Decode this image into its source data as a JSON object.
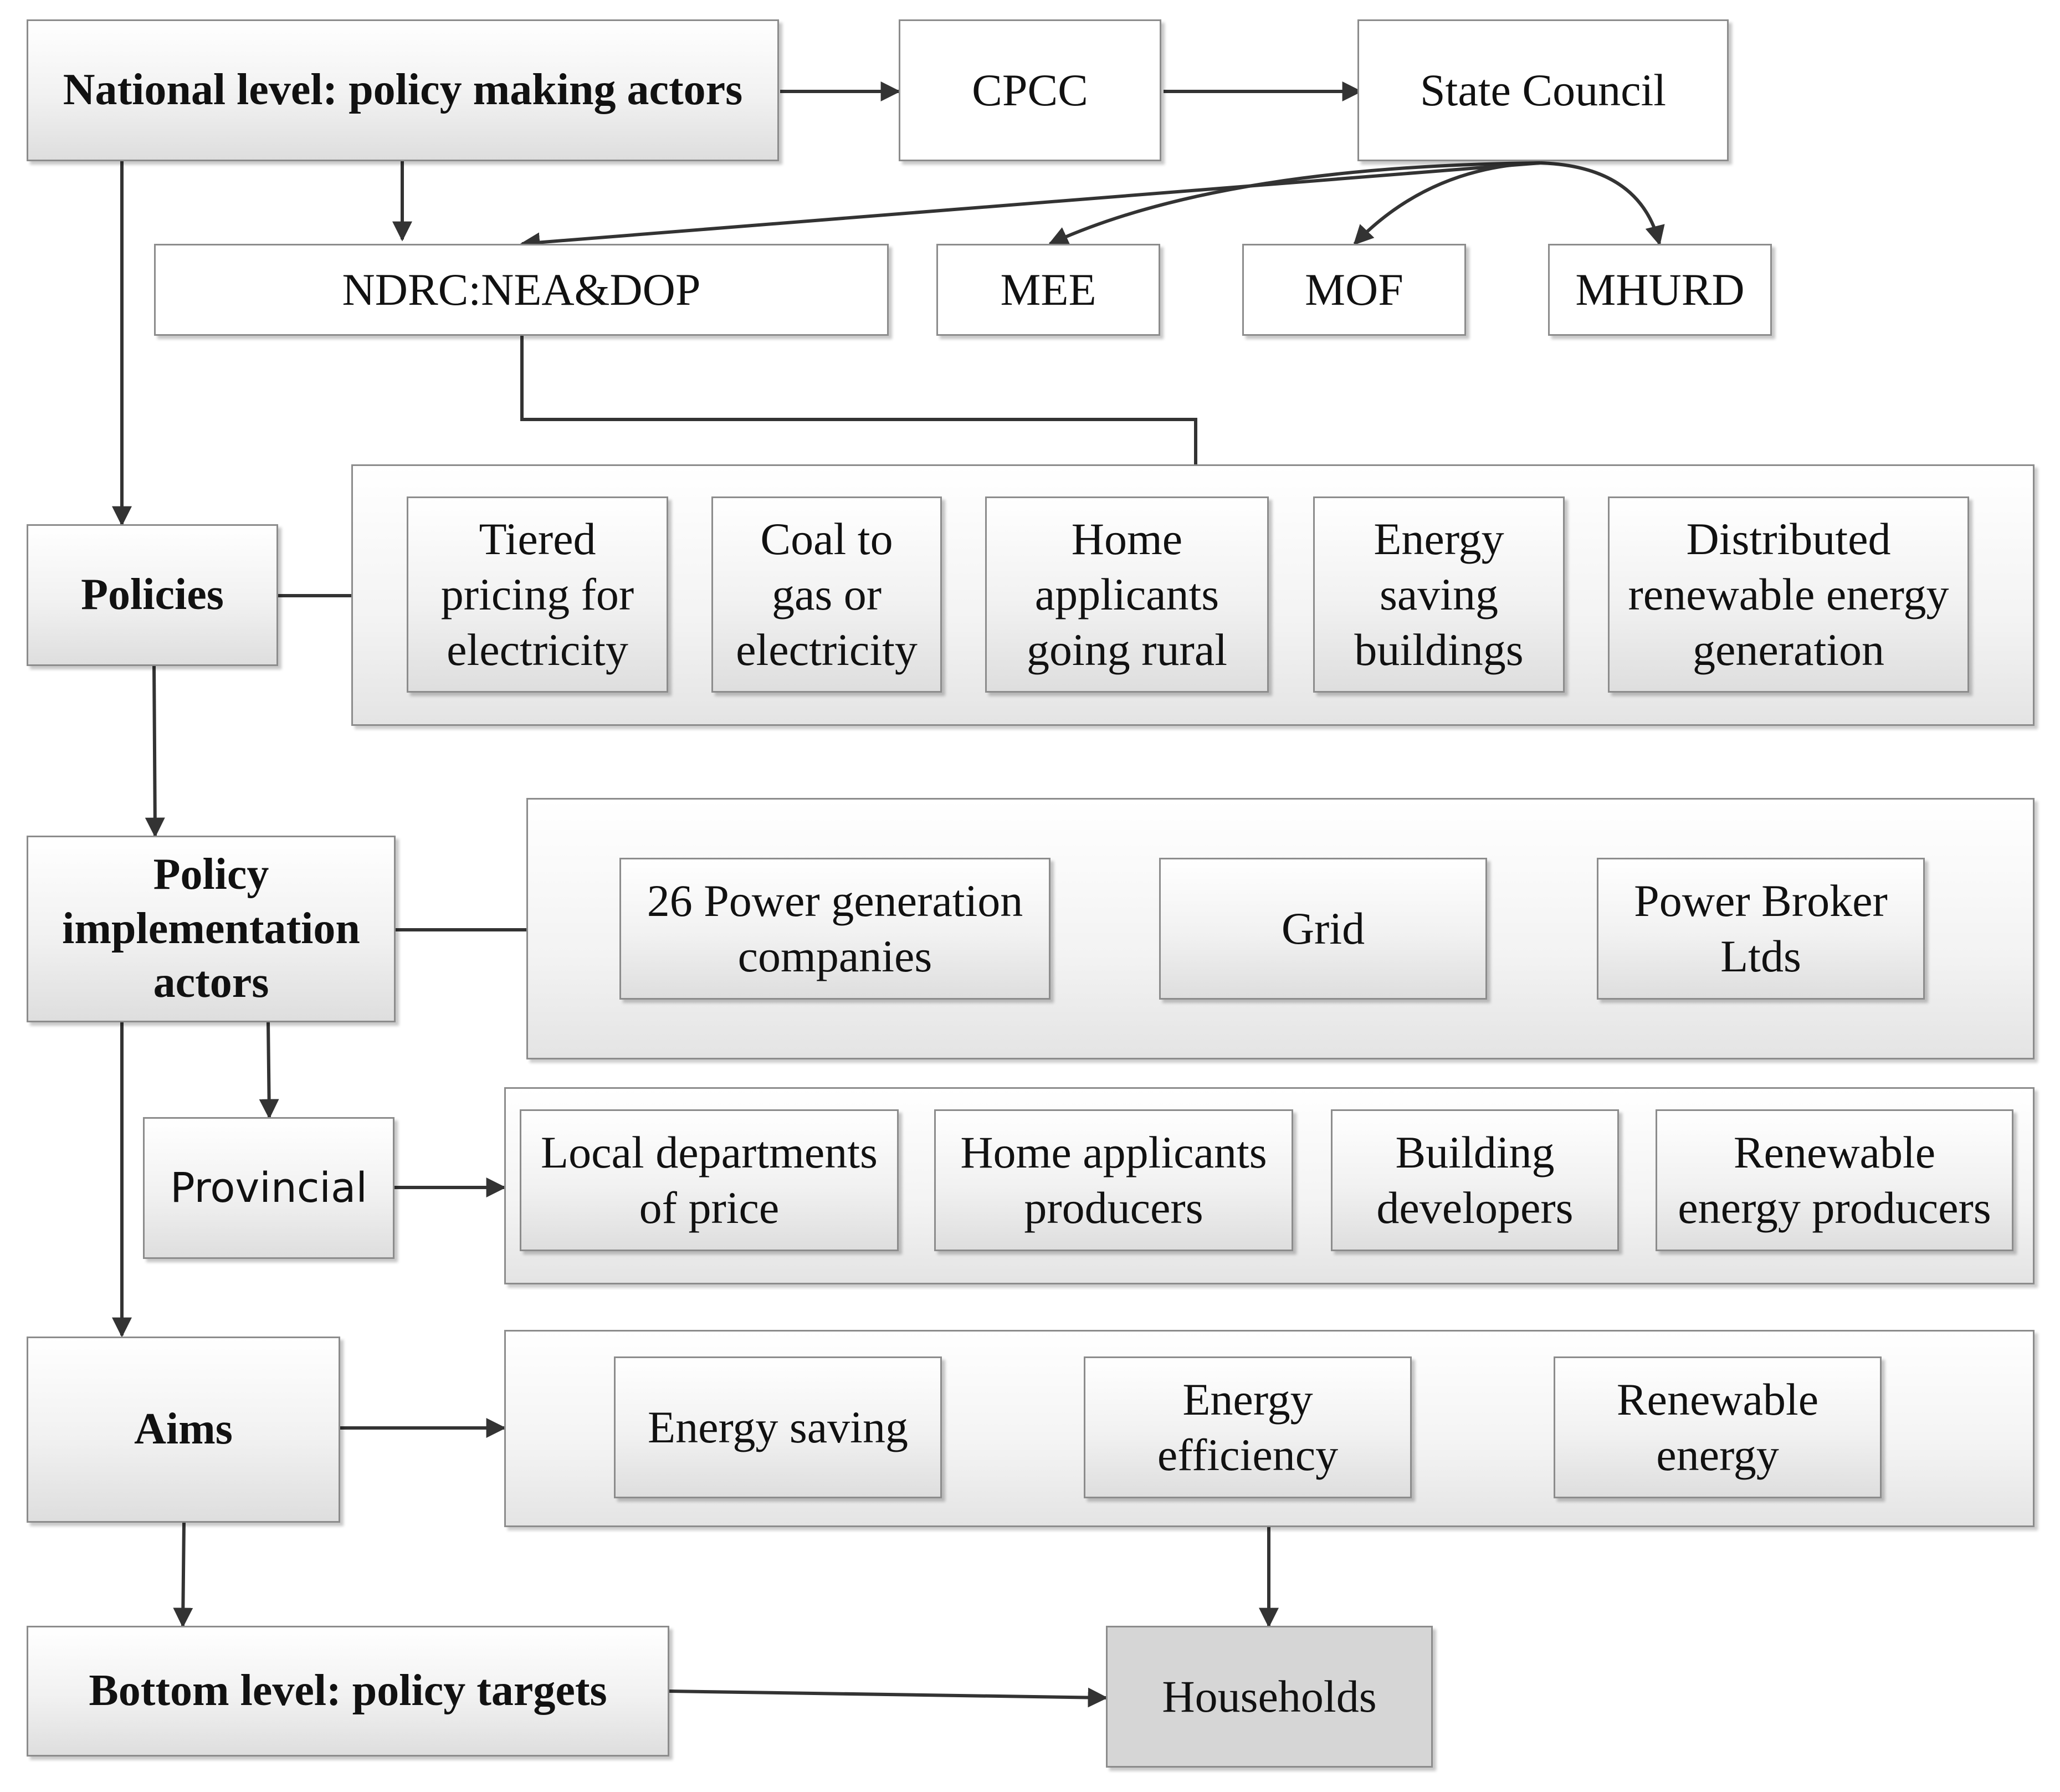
{
  "levels": {
    "national": "National level: policy making actors",
    "policies": "Policies",
    "implementation": "Policy\nimplementation\nactors",
    "provincial": "Provincial",
    "aims": "Aims",
    "bottom": "Bottom level: policy targets"
  },
  "actors": {
    "cpcc": "CPCC",
    "state_council": "State Council",
    "ndrc": "NDRC:NEA&DOP",
    "mee": "MEE",
    "mof": "MOF",
    "mhurd": "MHURD"
  },
  "policies": [
    "Tiered\npricing for\nelectricity",
    "Coal to\ngas or\nelectricity",
    "Home\napplicants\ngoing rural",
    "Energy\nsaving\nbuildings",
    "Distributed\nrenewable energy\ngeneration"
  ],
  "implementers": [
    "26 Power generation\ncompanies",
    "Grid",
    "Power Broker\nLtds"
  ],
  "provincial_actors": [
    "Local departments\nof price",
    "Home applicants\nproducers",
    "Building\ndevelopers",
    "Renewable\nenergy producers"
  ],
  "aims": [
    "Energy saving",
    "Energy\nefficiency",
    "Renewable\nenergy"
  ],
  "target": "Households"
}
